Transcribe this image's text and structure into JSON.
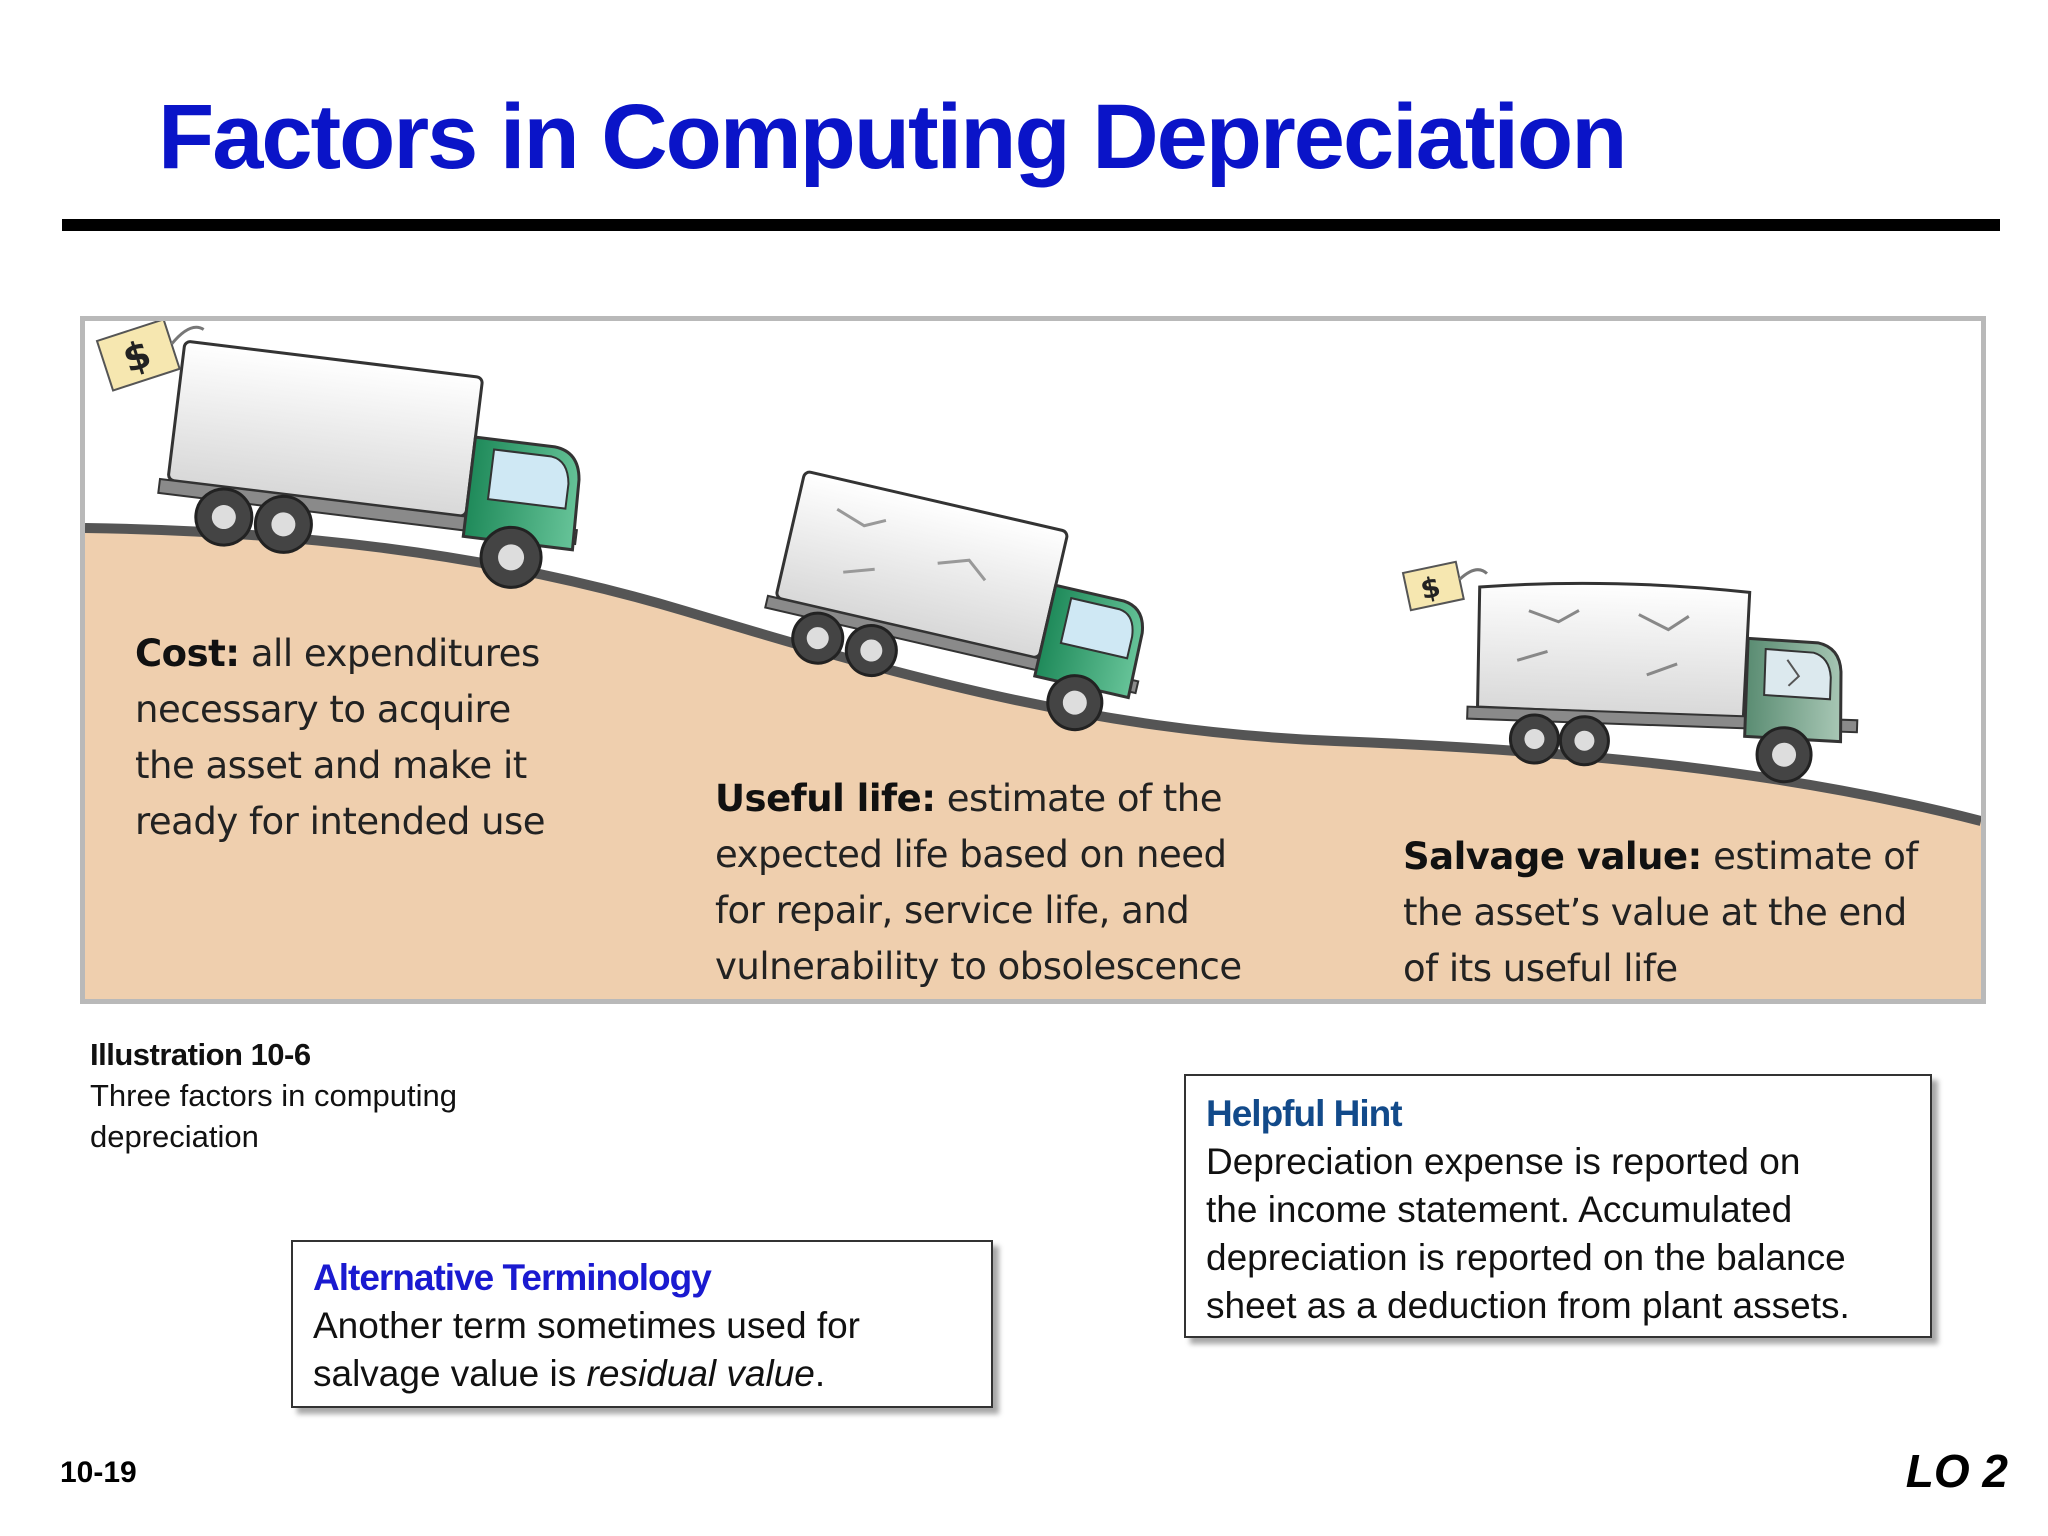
{
  "title": "Factors in Computing Depreciation",
  "illustration": {
    "price_tag_symbol": "$",
    "factors": {
      "cost": {
        "term": "Cost:",
        "lines": [
          "all expenditures",
          "necessary to acquire",
          "the asset and make it",
          "ready for intended use"
        ]
      },
      "useful_life": {
        "term": "Useful life:",
        "lines": [
          "estimate of the",
          "expected life based on need",
          "for repair, service life, and",
          "vulnerability to obsolescence"
        ]
      },
      "salvage_value": {
        "term": "Salvage value:",
        "lines": [
          "estimate of",
          "the asset’s value at the end",
          "of its useful life"
        ]
      }
    },
    "colors": {
      "ground": "#efcfae",
      "road": "#555555",
      "truck_cab": "#2f9a6a",
      "truck_box": "#f2f2f2"
    }
  },
  "caption": {
    "title": "Illustration 10-6",
    "line1": "Three factors in computing",
    "line2": "depreciation"
  },
  "alternative_terminology": {
    "heading": "Alternative Terminology",
    "line1": "Another term sometimes used for",
    "line2_prefix": "salvage value is ",
    "line2_emphasis": "residual value",
    "line2_suffix": "."
  },
  "helpful_hint": {
    "heading": "Helpful Hint",
    "lines": [
      "Depreciation expense is reported on",
      "the income statement. Accumulated",
      "depreciation is reported on the balance",
      "sheet as a deduction from plant assets."
    ]
  },
  "footer": {
    "slide_number": "10-19",
    "learning_objective": "LO 2"
  }
}
